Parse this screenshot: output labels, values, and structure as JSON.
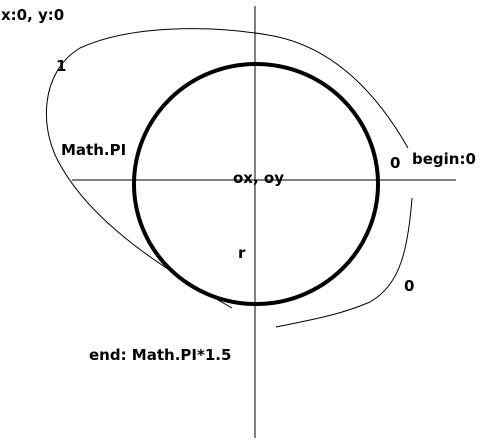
{
  "labels": {
    "origin": "x:0, y:0",
    "one": "1",
    "math_pi": "Math.PI",
    "zero_top": "0",
    "begin": "begin:0",
    "center": "ox, oy",
    "radius": "r",
    "zero_bottom": "0",
    "end": "end: Math.PI*1.5"
  },
  "colors": {
    "stroke": "#000000",
    "background": "#ffffff"
  }
}
